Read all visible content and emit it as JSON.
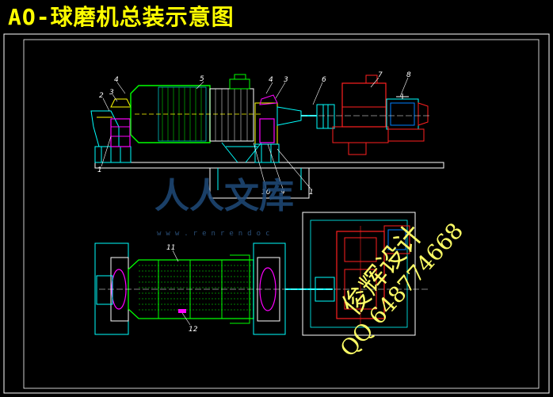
{
  "title": "AO-球磨机总装示意图",
  "part_labels_top": [
    "4",
    "5",
    "4",
    "3",
    "6",
    "7",
    "8",
    "2",
    "3",
    "1",
    "10",
    "9",
    "1"
  ],
  "part_labels_bottom": [
    "11",
    "12"
  ],
  "watermark": {
    "site_name": "人人文库",
    "site_url": "www.renrendoc",
    "designer": "俊辉设计",
    "qq": "QQ 648774668"
  },
  "colors": {
    "background": "#000000",
    "title": "#ffff00",
    "frame": "#ffffff",
    "cylinder": "#00ff00",
    "housing": "#00ffff",
    "motor": "#ff2020",
    "bearing": "#ff00ff",
    "watermark_blue": "#1f4a7a",
    "watermark_yellow": "#ffff66"
  }
}
